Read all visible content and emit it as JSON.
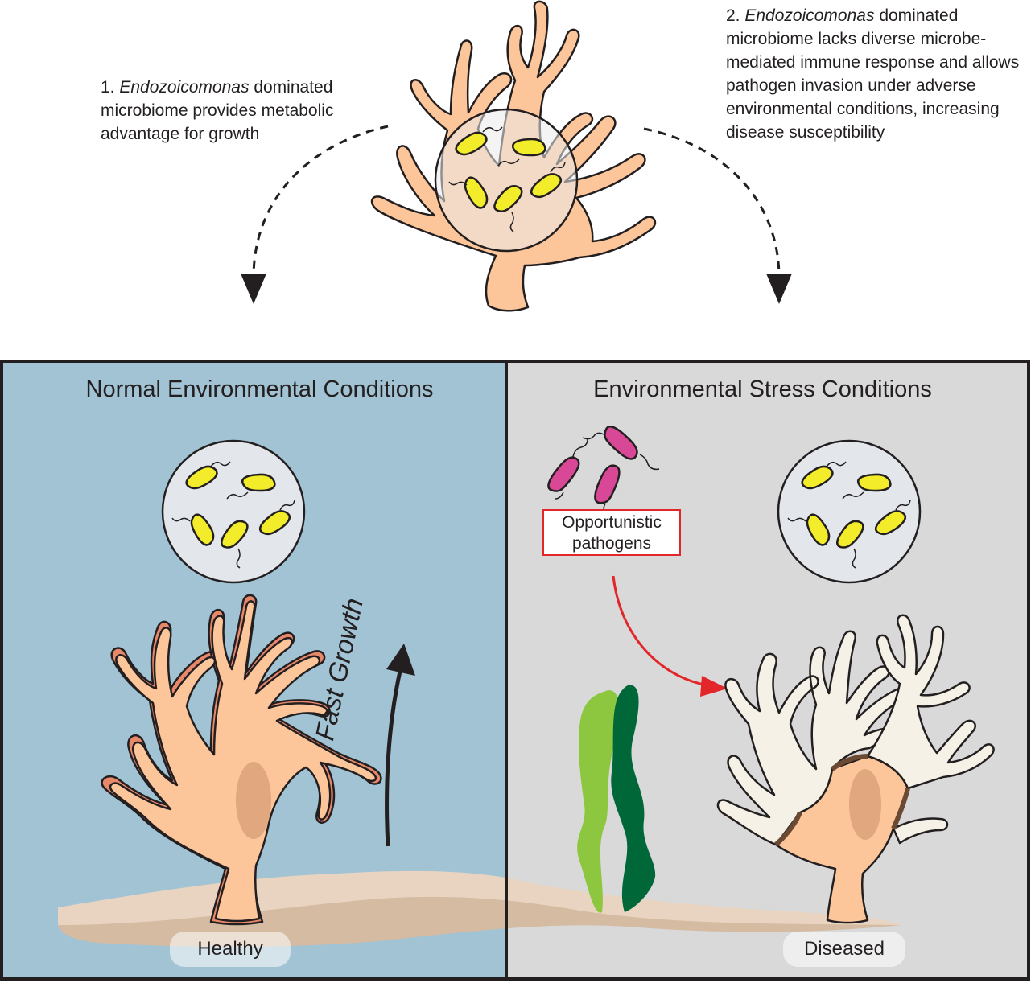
{
  "notes": {
    "left": {
      "number": "1.",
      "genus": "Endozoicomonas",
      "text": "dominated microbiome provides metabolic advantage for growth"
    },
    "right": {
      "number": "2.",
      "genus": "Endozoicomonas",
      "text": "dominated microbiome lacks diverse microbe-mediated immune response and allows pathogen invasion under adverse environmental conditions, increasing disease susceptibility"
    }
  },
  "panels": {
    "left": {
      "title": "Normal Environmental Conditions",
      "growth_label": "Fast Growth",
      "state_label": "Healthy",
      "background": "#a2c3d3"
    },
    "right": {
      "title": "Environmental Stress Conditions",
      "pathogen_label": "Opportunistic pathogens",
      "state_label": "Diseased",
      "background": "#d9d9d9"
    }
  },
  "colors": {
    "coral": "#fcc69a",
    "coral_dark_band": "#e8886a",
    "bleached_coral": "#f5f1e6",
    "bacteria_commensal": "#f2ec2b",
    "bacteria_pathogen": "#d94896",
    "microbe_circle": "#e3e7eb",
    "seafloor": "#e8d4c0",
    "seagrass_light": "#8dc63f",
    "seagrass_dark": "#006838",
    "pathogen_arrow": "#e3262a",
    "outline": "#231f20"
  }
}
